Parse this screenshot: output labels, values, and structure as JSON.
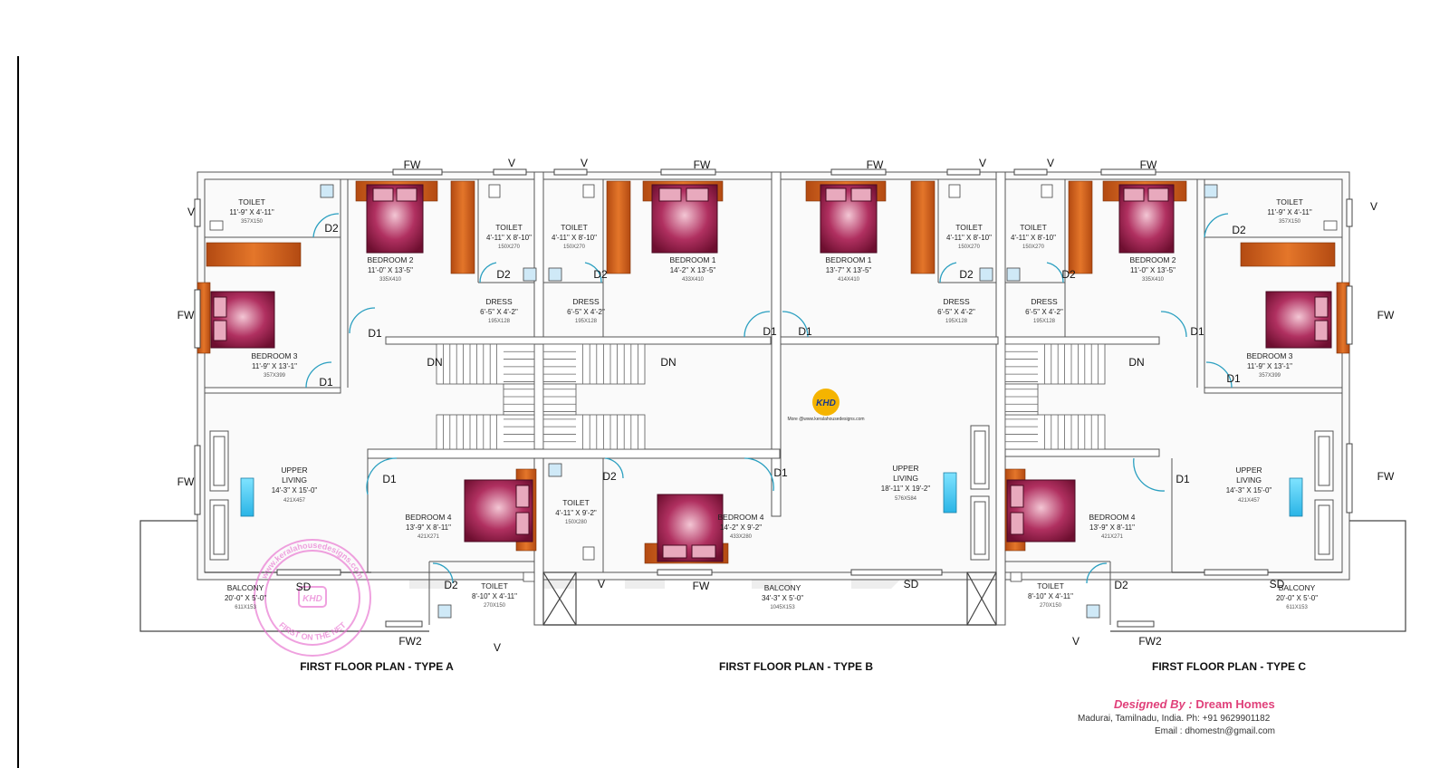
{
  "plans": {
    "type_a_title": "FIRST FLOOR PLAN - TYPE A",
    "type_b_title": "FIRST FLOOR PLAN - TYPE B",
    "type_c_title": "FIRST FLOOR PLAN - TYPE C"
  },
  "rooms": {
    "a_toilet_top": {
      "name": "TOILET",
      "size": "11'-9\" X 4'-11\"",
      "metric": "357X150"
    },
    "a_bedroom2": {
      "name": "BEDROOM 2",
      "size": "11'-0\" X 13'-5\"",
      "metric": "335X410"
    },
    "a_toilet_mid": {
      "name": "TOILET",
      "size": "4'-11\" X 8'-10\"",
      "metric": "150X270"
    },
    "a_bedroom3": {
      "name": "BEDROOM 3",
      "size": "11'-9\" X 13'-1\"",
      "metric": "357X399"
    },
    "a_dress": {
      "name": "DRESS",
      "size": "6'-5\" X 4'-2\"",
      "metric": "195X128"
    },
    "a_upper_living": {
      "name1": "UPPER",
      "name2": "LIVING",
      "size": "14'-3\" X 15'-0\"",
      "metric": "421X457"
    },
    "a_bedroom4": {
      "name": "BEDROOM 4",
      "size": "13'-9\" X 8'-11\"",
      "metric": "421X271"
    },
    "a_toilet_low": {
      "name": "TOILET",
      "size": "8'-10\" X 4'-11\"",
      "metric": "270X150"
    },
    "a_balcony": {
      "name": "BALCONY",
      "size": "20'-0\" X 5'-0\"",
      "metric": "611X153"
    },
    "b_toilet_l": {
      "name": "TOILET",
      "size": "4'-11\" X 8'-10\"",
      "metric": "150X270"
    },
    "b_dress_l": {
      "name": "DRESS",
      "size": "6'-5\" X 4'-2\"",
      "metric": "195X128"
    },
    "b_bedroom1_l": {
      "name": "BEDROOM 1",
      "size": "14'-2\" X 13'-5\"",
      "metric": "433X410"
    },
    "b_bedroom1_r": {
      "name": "BEDROOM 1",
      "size": "13'-7\" X 13'-5\"",
      "metric": "414X410"
    },
    "b_toilet_r": {
      "name": "TOILET",
      "size": "4'-11\" X 8'-10\"",
      "metric": "150X270"
    },
    "b_dress_r": {
      "name": "DRESS",
      "size": "6'-5\" X 4'-2\"",
      "metric": "195X128"
    },
    "b_toilet_mid": {
      "name": "TOILET",
      "size": "4'-11\" X 9'-2\"",
      "metric": "150X280"
    },
    "b_bedroom4": {
      "name": "BEDROOM 4",
      "size": "14'-2\" X 9'-2\"",
      "metric": "433X280"
    },
    "b_upper_living": {
      "name1": "UPPER",
      "name2": "LIVING",
      "size": "18'-11\" X 19'-2\"",
      "metric": "576X584"
    },
    "b_balcony": {
      "name": "BALCONY",
      "size": "34'-3\" X 5'-0\"",
      "metric": "1045X153"
    },
    "c_toilet_mid": {
      "name": "TOILET",
      "size": "4'-11\" X 8'-10\"",
      "metric": "150X270"
    },
    "c_dress": {
      "name": "DRESS",
      "size": "6'-5\" X 4'-2\"",
      "metric": "195X128"
    },
    "c_bedroom2": {
      "name": "BEDROOM 2",
      "size": "11'-0\" X 13'-5\"",
      "metric": "335X410"
    },
    "c_toilet_top": {
      "name": "TOILET",
      "size": "11'-9\" X 4'-11\"",
      "metric": "357X150"
    },
    "c_bedroom3": {
      "name": "BEDROOM 3",
      "size": "11'-9\" X 13'-1\"",
      "metric": "357X399"
    },
    "c_upper_living": {
      "name1": "UPPER",
      "name2": "LIVING",
      "size": "14'-3\" X 15'-0\"",
      "metric": "421X457"
    },
    "c_bedroom4": {
      "name": "BEDROOM 4",
      "size": "13'-9\" X 8'-11\"",
      "metric": "421X271"
    },
    "c_toilet_low": {
      "name": "TOILET",
      "size": "8'-10\" X 4'-11\"",
      "metric": "270X150"
    },
    "c_balcony": {
      "name": "BALCONY",
      "size": "20'-0\" X 5'-0\"",
      "metric": "611X153"
    }
  },
  "marks": {
    "fw": "FW",
    "fw2": "FW2",
    "v": "V",
    "d1": "D1",
    "d2": "D2",
    "sd": "SD",
    "dn": "DN"
  },
  "watermark": {
    "logo": "KHD",
    "website": "More @www.keralahousedesigns.com",
    "stamp_text": "www.keralahousedesigns.com",
    "stamp_text2": "FIRST ON THE NET"
  },
  "credits": {
    "designed_by": "Designed By :",
    "company": "Dream Homes",
    "address": "Madurai, Tamilnadu, India.  Ph: +91 9629901182",
    "email": "Email : dhomestn@gmail.com"
  },
  "colors": {
    "wall": "#d9d9d9",
    "bed": "#a01f4a",
    "wardrobe": "#d4661f",
    "door_swing": "#2a9fc0",
    "stamp": "#e86fcf"
  }
}
